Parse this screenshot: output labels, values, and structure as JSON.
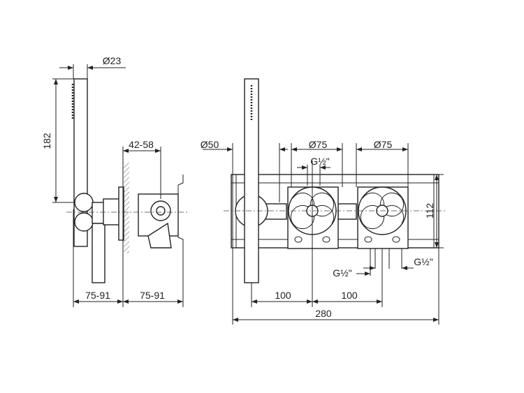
{
  "side_view": {
    "dim_shower_diameter": "Ø23",
    "dim_shower_length": "182",
    "dim_wall_depth": "42-58",
    "dim_front_projection": "75-91",
    "dim_rear_depth": "75-91"
  },
  "front_view": {
    "dim_outlet_diameter": "Ø50",
    "dim_valve1_diameter": "Ø75",
    "dim_valve2_diameter": "Ø75",
    "dim_top_thread": "G½\"",
    "dim_bottom_thread_left": "G½\"",
    "dim_bottom_thread_right": "G½\"",
    "dim_spacing_1": "100",
    "dim_spacing_2": "100",
    "dim_total_width": "280",
    "dim_height": "112"
  }
}
